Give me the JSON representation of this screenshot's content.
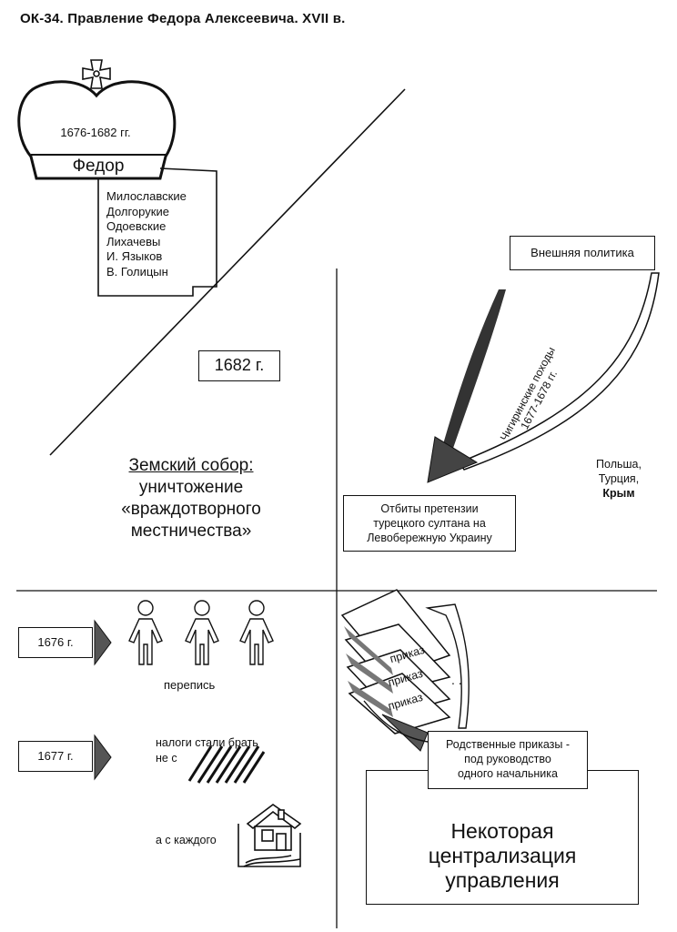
{
  "title": "ОК-34. Правление Федора Алексеевича. XVII в.",
  "crown": {
    "years": "1676-1682 гг.",
    "name": "Федор"
  },
  "clans": [
    "Милославские",
    "Долгорукие",
    "Одоевские",
    "Лихачевы",
    "И. Языков",
    "В. Голицын"
  ],
  "year_1682": "1682 г.",
  "zemsky": {
    "line1": "Земский собор:",
    "line2": "уничтожение",
    "line3": "«враждотворного",
    "line4": "местничества»"
  },
  "foreign_policy": "Внешняя политика",
  "campaign": {
    "line1": "Чигиринские походы",
    "line2": "1677-1678 гг."
  },
  "rivals": {
    "line1": "Польша,",
    "line2": "Турция,",
    "line3": "Крым"
  },
  "repelled": {
    "line1": "Отбиты претензии",
    "line2": "турецкого султана на",
    "line3": "Левобережную Украину"
  },
  "year_1676": "1676 г.",
  "census": "перепись",
  "year_1677": "1677 г.",
  "tax": {
    "line1": "налоги стали брать",
    "line2": "не с",
    "line3": "а с каждого"
  },
  "prikaz_label": "приказ",
  "related": {
    "line1": "Родственные приказы -",
    "line2": "под руководство",
    "line3": "одного начальника"
  },
  "centralization": {
    "line1": "Некоторая",
    "line2": "централизация",
    "line3": "управления"
  }
}
